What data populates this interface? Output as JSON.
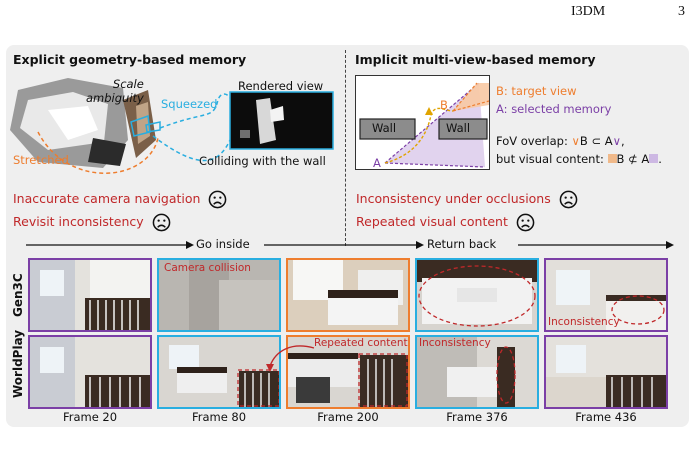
{
  "header": {
    "running_title": "I3DM",
    "page_number": "3"
  },
  "explicit": {
    "title": "Explicit geometry-based memory",
    "scale_ambiguity": "Scale\nambiguity",
    "squeezed": "Squeezed",
    "stretched": "Stretched",
    "rendered_view": "Rendered view",
    "colliding": "Colliding with the wall",
    "problem1": "Inaccurate camera navigation",
    "problem2": "Revisit inconsistency"
  },
  "implicit": {
    "title": "Implicit multi-view-based memory",
    "wall": "Wall",
    "point_a": "A",
    "point_b": "B",
    "legend_b": "B: target view",
    "legend_a": "A: selected memory",
    "fov_line1": "FoV overlap:",
    "fov_line1b": "B ⊂ A",
    "fov_line2": "but visual content:",
    "fov_line2b": "B ⊄ A",
    "problem1": "Inconsistency under occlusions",
    "problem2": "Repeated visual content"
  },
  "timeline": {
    "go_inside": "Go inside",
    "return_back": "Return back"
  },
  "rows": [
    {
      "label": "Gen3C"
    },
    {
      "label": "WorldPlay"
    }
  ],
  "frames": [
    "Frame 20",
    "Frame 80",
    "Frame 200",
    "Frame 376",
    "Frame 436"
  ],
  "annotations": {
    "camera_collision": "Camera collision",
    "inconsistency": "Inconsistency",
    "repeated_content": "Repeated content"
  },
  "colors": {
    "purple": "#7b3fa6",
    "blue": "#29aee0",
    "orange": "#ee7d2e",
    "red": "#c0282a"
  }
}
